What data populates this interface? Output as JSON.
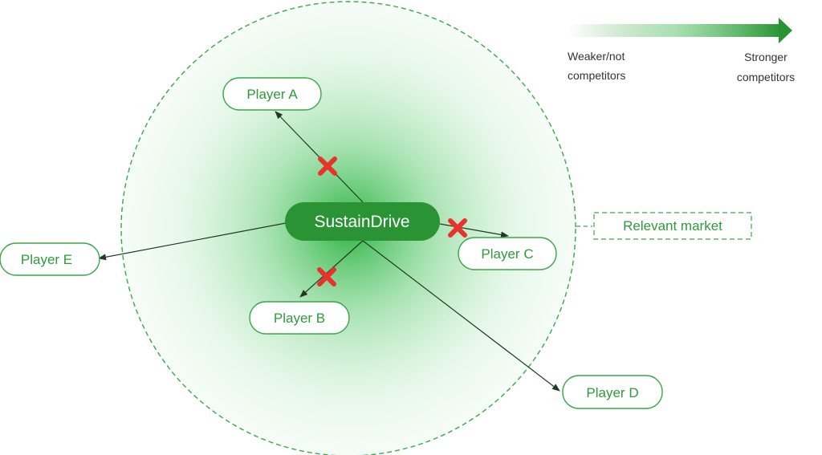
{
  "center": {
    "label": "SustainDrive"
  },
  "players": [
    {
      "id": "a",
      "label": "Player A",
      "blocked": true
    },
    {
      "id": "b",
      "label": "Player B",
      "blocked": true
    },
    {
      "id": "c",
      "label": "Player C",
      "blocked": true
    },
    {
      "id": "d",
      "label": "Player D",
      "blocked": false
    },
    {
      "id": "e",
      "label": "Player E",
      "blocked": false
    }
  ],
  "market": {
    "label": "Relevant market"
  },
  "legend": {
    "weak_line1": "Weaker/not",
    "weak_line2": "competitors",
    "strong_line1": "Stronger",
    "strong_line2": "competitors"
  },
  "colors": {
    "green": "#2f9a3a",
    "dark_green": "#2a9434",
    "line": "#1f3a24",
    "cross": "#e8332b"
  }
}
